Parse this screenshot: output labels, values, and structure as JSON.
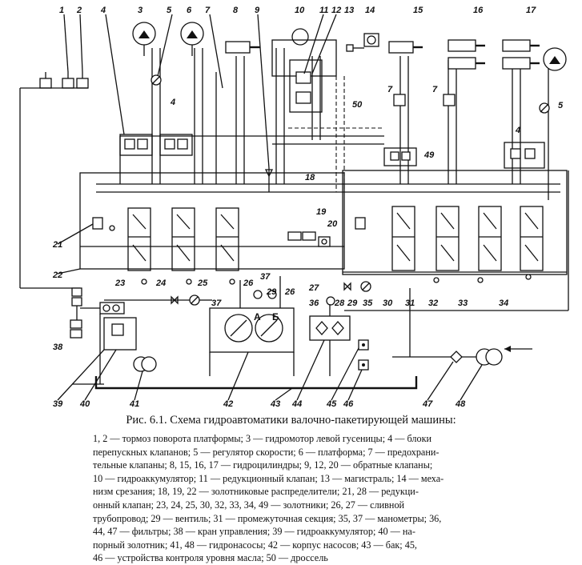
{
  "figure": {
    "caption": "Рис. 6.1. Схема гидроавтоматики валочно-пакетирующей машины:",
    "legend_lines": [
      "1, 2 — тормоз поворота платформы; 3 — гидромотор левой гусеницы; 4 — блоки",
      "перепускных клапанов; 5 — регулятор скорости; 6 — платформа; 7 — предохрани-",
      "тельные клапаны; 8, 15, 16, 17 — гидроцилиндры; 9, 12, 20 — обратные клапаны;",
      "10 — гидроаккумулятор; 11 — редукционный клапан; 13 — магистраль; 14 — меха-",
      "низм срезания; 18, 19, 22 — золотниковые распределители; 21, 28 — редукци-",
      "онный клапан; 23, 24, 25, 30, 32, 33, 34, 49 — золотники; 26, 27 — сливной",
      "трубопровод; 29 — вентиль; 31 — промежуточная секция; 35, 37 — манометры; 36,",
      "44, 47 — фильтры; 38 — кран управления; 39 — гидроаккумулятор; 40 — на-",
      "порный золотник; 41, 48 — гидронасосы; 42 — корпус насосов; 43 — бак; 45,",
      "46 — устройства контроля уровня масла; 50 — дроссель"
    ]
  },
  "callouts": {
    "c1": "1",
    "c2": "2",
    "c3": "3",
    "c4a": "4",
    "c5a": "5",
    "c6": "6",
    "c7a": "7",
    "c8": "8",
    "c9": "9",
    "c10": "10",
    "c11": "11",
    "c12": "12",
    "c13": "13",
    "c14": "14",
    "c15": "15",
    "c16": "16",
    "c17": "17",
    "c4b": "4",
    "c50": "50",
    "c7b": "7",
    "c7c": "7",
    "c5b": "5",
    "c4c": "4",
    "c49": "49",
    "c18": "18",
    "c19": "19",
    "c20": "20",
    "c21": "21",
    "c22": "22",
    "c23": "23",
    "c24": "24",
    "c25": "25",
    "c26a": "26",
    "c37a": "37",
    "c29": "29",
    "c26b": "26",
    "c27": "27",
    "c36": "36",
    "c28": "28",
    "c29b": "29",
    "c35": "35",
    "c30": "30",
    "c31": "31",
    "c32": "32",
    "c33": "33",
    "c34": "34",
    "c37b": "37",
    "c38": "38",
    "c39": "39",
    "c40": "40",
    "c41": "41",
    "c42": "42",
    "c43": "43",
    "c44": "44",
    "c45": "45",
    "c46": "46",
    "c47": "47",
    "c48": "48",
    "pumpA": "А",
    "pumpB": "Б"
  }
}
